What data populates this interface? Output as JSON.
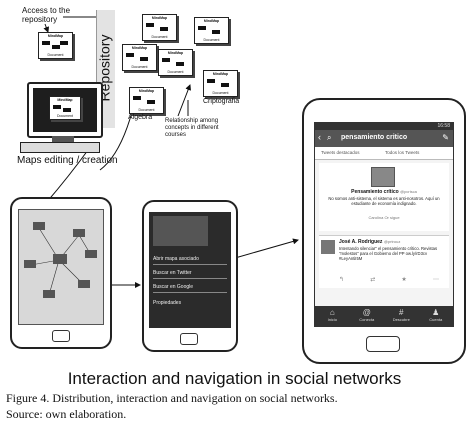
{
  "labels": {
    "access": "Access to the repository",
    "repository": "Repository",
    "maps_editing": "Maps editing / creation",
    "algebra": "Algebra",
    "criptografia": "Criptografia",
    "relationship": "Relationship among concepts in different courses"
  },
  "mindmap_card": {
    "header": "MindMap",
    "footer": "Document"
  },
  "menu_phone": {
    "items": [
      "Abrir mapa asociado",
      "Buscar en Twitter",
      "Buscar en Google",
      "Propiedades"
    ]
  },
  "twitter_phone": {
    "status_time": "16:58",
    "header_title": "pensamiento critico",
    "tabs": [
      "Tweets destacados",
      "Todos los Tweets"
    ],
    "profile_name": "Pensamiento crítico",
    "profile_handle": "@pcrisca",
    "profile_bio": "No somos anti-sistema, el sistema es anti-nosotros. Aquí un estudiante de economía indignado.",
    "profile_location": "Carolina Or sigue",
    "tweet_author": "José A. Rodriguez",
    "tweet_handle": "@prtrouz",
    "tweet_text": "Intentando silenciar\" el pensamiento crítico. Revistas \"molestos\" para el Gobierno del PP ow.ly/rD3cv #LeyAntiI5M",
    "nav": [
      "Inicio",
      "Conecta",
      "Descubre",
      "Cuenta"
    ]
  },
  "main_title": "Interaction and navigation in social networks",
  "caption_line1": "Figure 4. Distribution, interaction and navigation on social networks.",
  "caption_line2": "Source: own elaboration."
}
